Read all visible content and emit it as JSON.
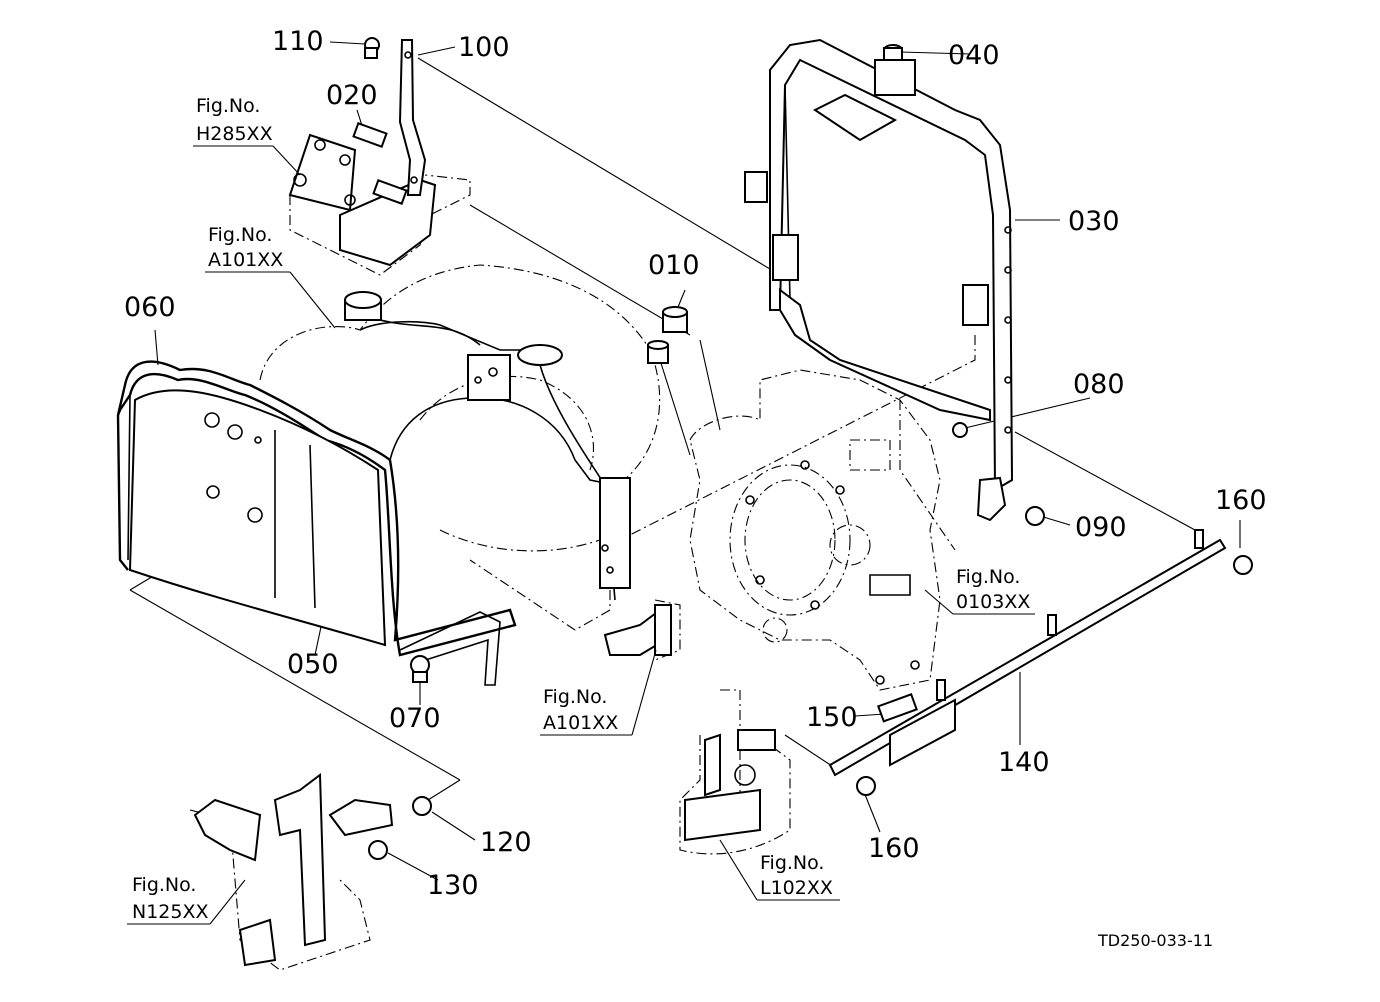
{
  "callouts": [
    {
      "id": "110",
      "text": "110"
    },
    {
      "id": "100",
      "text": "100"
    },
    {
      "id": "040",
      "text": "040"
    },
    {
      "id": "020",
      "text": "020"
    },
    {
      "id": "030",
      "text": "030"
    },
    {
      "id": "010",
      "text": "010"
    },
    {
      "id": "060",
      "text": "060"
    },
    {
      "id": "080",
      "text": "080"
    },
    {
      "id": "090",
      "text": "090"
    },
    {
      "id": "160a",
      "text": "160"
    },
    {
      "id": "050",
      "text": "050"
    },
    {
      "id": "070",
      "text": "070"
    },
    {
      "id": "150",
      "text": "150"
    },
    {
      "id": "140",
      "text": "140"
    },
    {
      "id": "120",
      "text": "120"
    },
    {
      "id": "130",
      "text": "130"
    },
    {
      "id": "160b",
      "text": "160"
    }
  ],
  "figure_refs": [
    {
      "id": "h285",
      "label": "Fig.No.",
      "code": "H285XX"
    },
    {
      "id": "a101-top",
      "label": "Fig.No.",
      "code": "A101XX"
    },
    {
      "id": "0103",
      "label": "Fig.No.",
      "code": "0103XX"
    },
    {
      "id": "a101-bottom",
      "label": "Fig.No.",
      "code": "A101XX"
    },
    {
      "id": "l102",
      "label": "Fig.No.",
      "code": "L102XX"
    },
    {
      "id": "n125",
      "label": "Fig.No.",
      "code": "N125XX"
    }
  ],
  "drawing_code": "TD250-033-11"
}
